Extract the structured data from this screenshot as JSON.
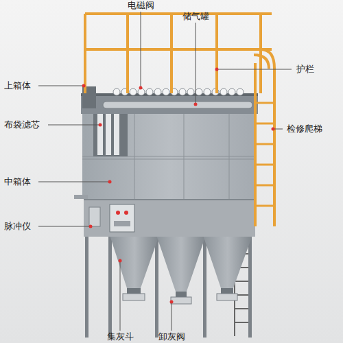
{
  "diagram": {
    "labels": [
      "电磁阀",
      "储气罐",
      "护栏",
      "上箱体",
      "布袋滤芯",
      "检修爬梯",
      "中箱体",
      "脉冲仪",
      "集灰斗",
      "卸灰阀"
    ]
  }
}
